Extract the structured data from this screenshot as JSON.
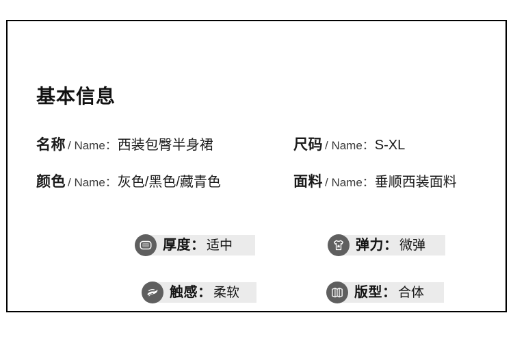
{
  "card": {
    "title": "基本信息",
    "border_color": "#000000",
    "background": "#ffffff"
  },
  "info_fields": [
    {
      "label": "名称",
      "en": "/ Name：",
      "value": "西装包臀半身裙",
      "column": "left",
      "row": 1
    },
    {
      "label": "颜色",
      "en": "/ Name：",
      "value": "灰色/黑色/藏青色",
      "column": "left",
      "row": 2
    },
    {
      "label": "尺码",
      "en": "/ Name：",
      "value": "S-XL",
      "column": "right",
      "row": 1
    },
    {
      "label": "面料",
      "en": "/ Name：",
      "value": "垂顺西装面料",
      "column": "right",
      "row": 2
    }
  ],
  "attributes": [
    {
      "key": "厚度",
      "colon": "：",
      "value": "适中",
      "icon": "fabric-thickness-icon",
      "icon_bg": "#5f5f5f",
      "bar_bg": "#ebebeb"
    },
    {
      "key": "弹力",
      "colon": "：",
      "value": "微弹",
      "icon": "tshirt-stretch-icon",
      "icon_bg": "#5f5f5f",
      "bar_bg": "#ebebeb"
    },
    {
      "key": "触感",
      "colon": "：",
      "value": "柔软",
      "icon": "fabric-fold-touch-icon",
      "icon_bg": "#5f5f5f",
      "bar_bg": "#ebebeb"
    },
    {
      "key": "版型",
      "colon": "：",
      "value": "合体",
      "icon": "folded-map-fit-icon",
      "icon_bg": "#5f5f5f",
      "bar_bg": "#ebebeb"
    }
  ]
}
